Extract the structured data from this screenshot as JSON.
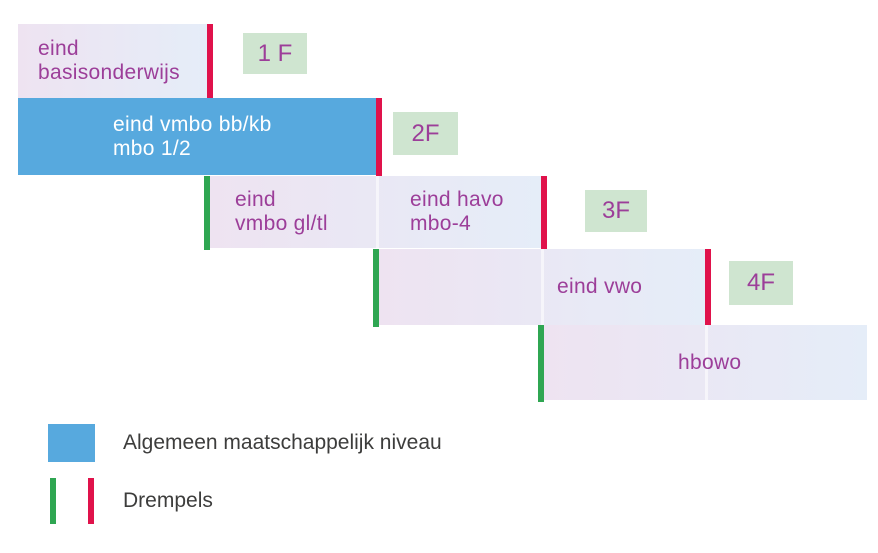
{
  "diagram": {
    "bars": [
      {
        "id": "eind-basisonderwijs",
        "lines": [
          "eind",
          "basisonderwijs"
        ]
      },
      {
        "id": "eind-vmbo-bb-kb-mbo-1-2",
        "lines": [
          "eind vmbo bb/kb",
          "mbo 1/2"
        ]
      },
      {
        "id": "eind-vmbo-gl-tl",
        "lines": [
          "eind",
          "vmbo gl/tl"
        ]
      },
      {
        "id": "eind-havo-mbo-4",
        "lines": [
          "eind havo",
          "mbo-4"
        ]
      },
      {
        "id": "eind-vwo",
        "lines": [
          "eind vwo"
        ]
      },
      {
        "id": "hbowo",
        "lines": [
          "hbowo"
        ]
      }
    ],
    "badges": [
      "1 F",
      "2F",
      "3F",
      "4F"
    ]
  },
  "legend": {
    "general": "Algemeen maatschappelijk niveau",
    "thresholds": "Drempels"
  },
  "colors": {
    "blue": "#57a9de",
    "red_threshold": "#e0124b",
    "green_threshold": "#2fa652",
    "badge_background": "#cfe5d0",
    "purple_text": "#9c3e99",
    "legend_text": "#3d3d3c",
    "bar_gradient_start": "#eee3f1",
    "bar_gradient_end": "#e5edf8"
  }
}
